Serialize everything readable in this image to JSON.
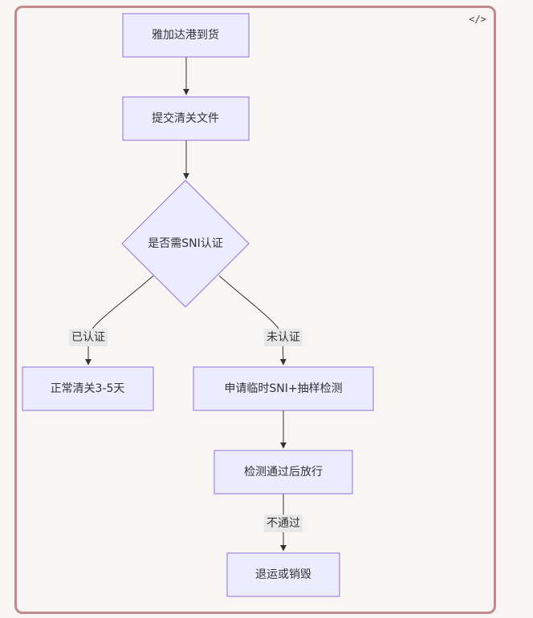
{
  "toolbar": {
    "code_icon": "</>",
    "code_icon_name": "code-icon"
  },
  "diagram": {
    "nodes": {
      "arrival": "雅加达港到货",
      "submit_docs": "提交清关文件",
      "sni_decision": "是否需SNI认证",
      "normal_clearance": "正常清关3-5天",
      "apply_sni": "申请临时SNI+抽样检测",
      "inspect_release": "检测通过后放行",
      "return_destroy": "退运或销毁"
    },
    "edge_labels": {
      "certified": "已认证",
      "not_certified": "未认证",
      "failed": "不通过"
    }
  },
  "colors": {
    "node_fill": "#ececff",
    "node_stroke": "#9370db",
    "frame_border": "#c08a8e",
    "edge": "#333333",
    "label_bg": "#e8e8e8"
  }
}
